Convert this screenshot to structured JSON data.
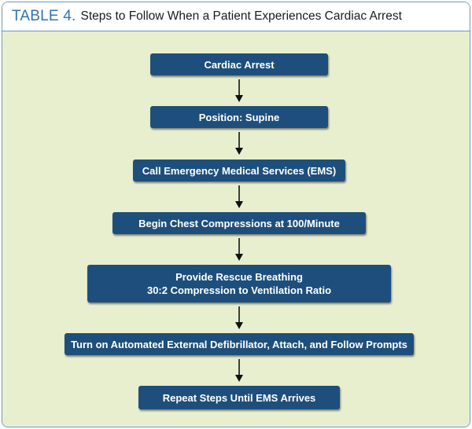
{
  "header": {
    "table_label": "TABLE 4.",
    "title": "Steps to Follow When a Patient Experiences Cardiac Arrest"
  },
  "flowchart": {
    "steps": [
      {
        "lines": [
          "Cardiac Arrest"
        ]
      },
      {
        "lines": [
          "Position: Supine"
        ]
      },
      {
        "lines": [
          "Call Emergency Medical Services (EMS)"
        ]
      },
      {
        "lines": [
          "Begin Chest Compressions at 100/Minute"
        ]
      },
      {
        "lines": [
          "Provide Rescue Breathing",
          "30:2 Compression to Ventilation Ratio"
        ]
      },
      {
        "lines": [
          "Turn on Automated External Defibrillator, Attach, and Follow Prompts"
        ]
      },
      {
        "lines": [
          "Repeat Steps Until EMS Arrives"
        ]
      }
    ]
  },
  "colors": {
    "box_fill": "#1e4f7c",
    "panel_background": "#e8efcf",
    "border": "#6a99c2",
    "table_label": "#2f73b5"
  }
}
